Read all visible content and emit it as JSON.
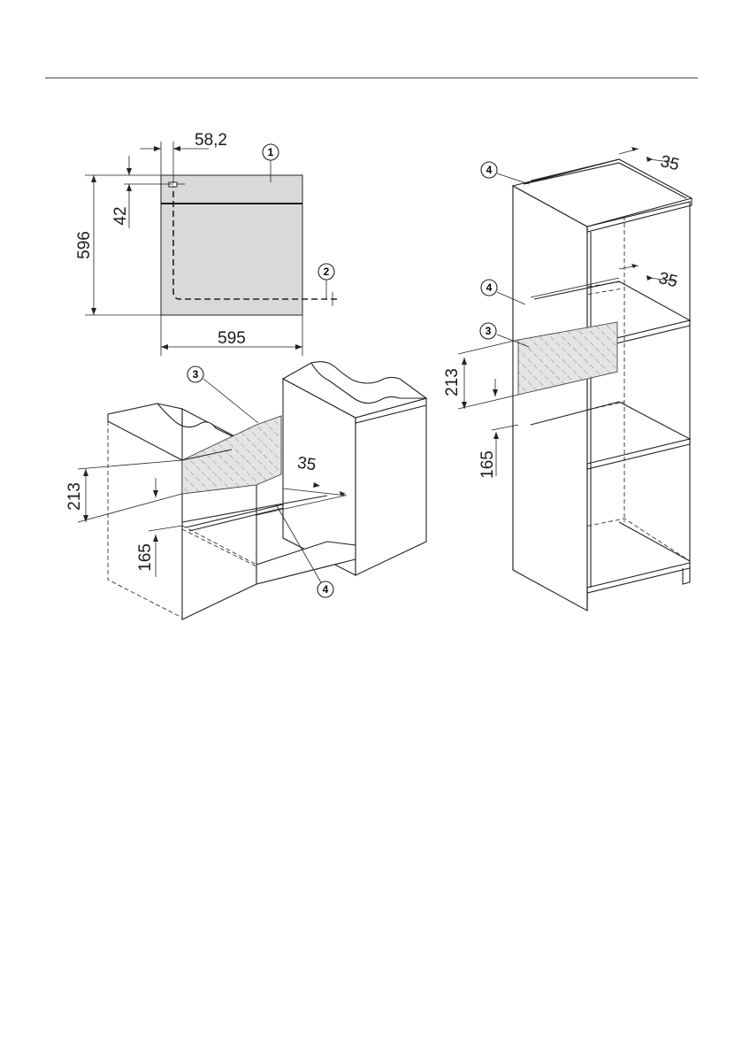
{
  "figure": {
    "oven_front": {
      "dims": {
        "width": "595",
        "height": "596",
        "offset_top": "42",
        "offset_side": "58,2"
      },
      "callouts": {
        "appliance": "1",
        "cable": "2"
      }
    },
    "under_counter": {
      "dims": {
        "vent_height": "213",
        "floor_height": "165",
        "gap_depth": "35"
      },
      "callouts": {
        "vent_opening": "3",
        "gap": "4"
      }
    },
    "tall_unit": {
      "dims": {
        "top_depth": "35",
        "mid_depth": "35",
        "vent_height": "213",
        "floor_height": "165"
      },
      "callouts": {
        "gap_top": "4",
        "gap_mid": "4",
        "vent_opening": "3"
      }
    }
  }
}
